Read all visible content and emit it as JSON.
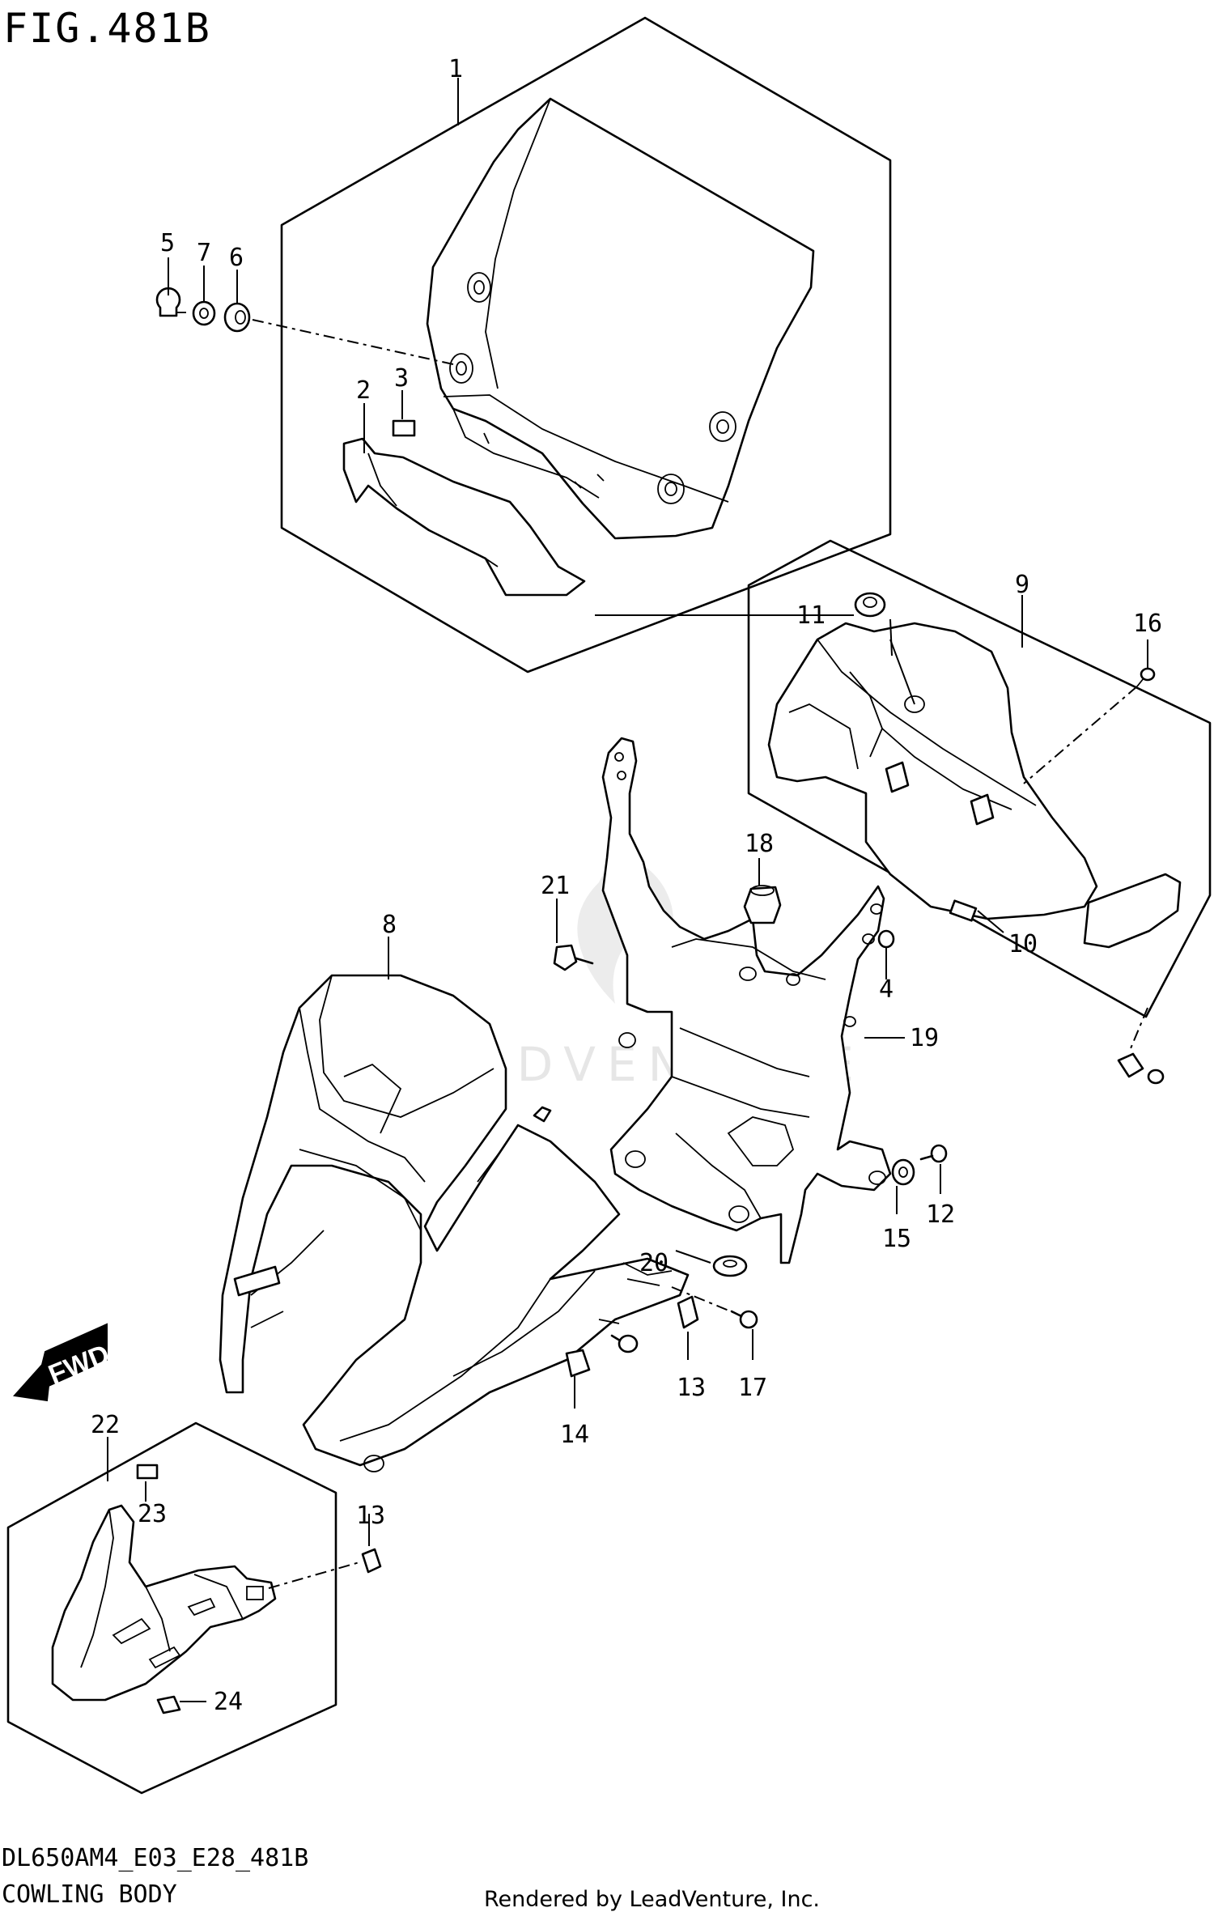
{
  "figure_title": "FIG.481B",
  "model_code": "DL650AM4_E03_E28_481B",
  "section_name": "COWLING BODY",
  "credit": "Rendered by LeadVenture, Inc.",
  "watermark": "LEADVENTURE",
  "direction_label": "FWD",
  "callouts": [
    "1",
    "2",
    "3",
    "4",
    "5",
    "6",
    "7",
    "8",
    "9",
    "10",
    "11",
    "12",
    "13",
    "13",
    "14",
    "15",
    "16",
    "17",
    "18",
    "19",
    "20",
    "21",
    "22",
    "23",
    "24"
  ]
}
